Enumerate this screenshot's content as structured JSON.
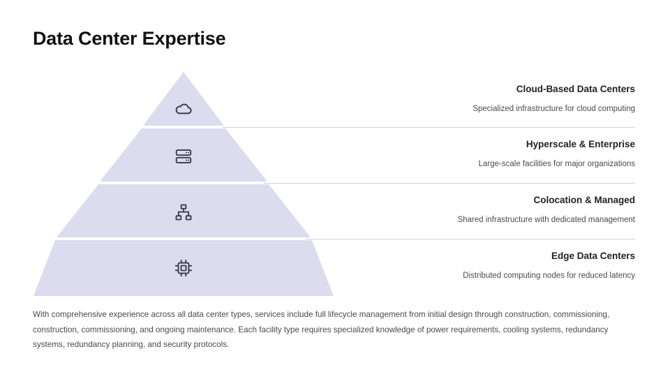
{
  "slide": {
    "title": "Data Center Expertise",
    "background_color": "#ffffff",
    "pyramid_fill": "#dcdcee",
    "divider_color": "#d2d2dd",
    "icon_color": "#3a3a4a"
  },
  "pyramid": {
    "tiers": [
      {
        "index": 1,
        "icon": "cloud-icon",
        "title": "Cloud-Based Data Centers",
        "description": "Specialized infrastructure for cloud computing"
      },
      {
        "index": 2,
        "icon": "server-rack-icon",
        "title": "Hyperscale & Enterprise",
        "description": "Large-scale facilities for major organizations"
      },
      {
        "index": 3,
        "icon": "network-nodes-icon",
        "title": "Colocation & Managed",
        "description": "Shared infrastructure with dedicated management"
      },
      {
        "index": 4,
        "icon": "cpu-chip-icon",
        "title": "Edge Data Centers",
        "description": "Distributed computing nodes for reduced latency"
      }
    ]
  },
  "footer": {
    "note": "With comprehensive experience across all data center types, services include full lifecycle management from initial design through construction, commissioning, construction, commissioning, and ongoing maintenance. Each facility type requires specialized knowledge of power requirements, cooling systems, redundancy systems, redundancy planning, and security protocols."
  }
}
